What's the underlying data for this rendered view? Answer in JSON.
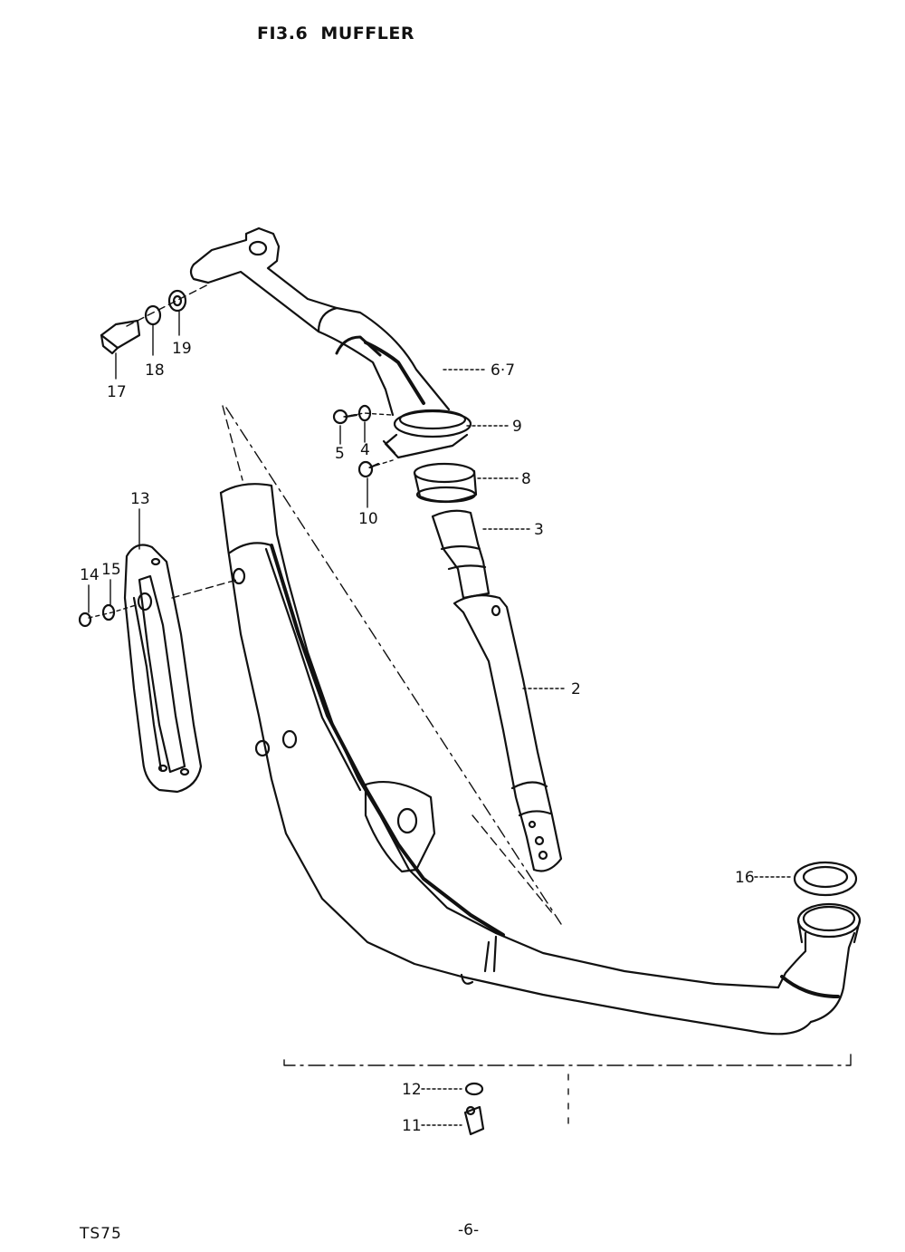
{
  "title": "FI3.6  MUFFLER",
  "footer": {
    "model": "TS75",
    "page": "-6-"
  },
  "callouts": [
    "6·7",
    "9",
    "8",
    "3",
    "2",
    "16",
    "5",
    "4",
    "10",
    "17",
    "18",
    "19",
    "13",
    "14",
    "15",
    "12",
    "11"
  ]
}
